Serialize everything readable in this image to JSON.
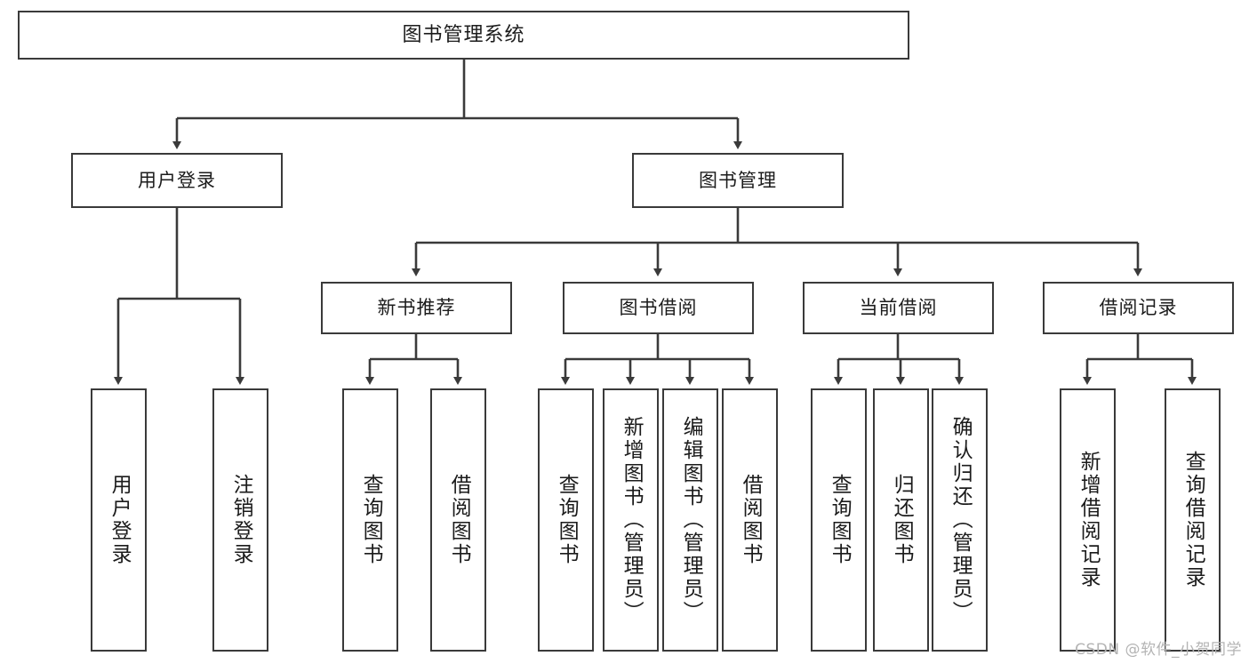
{
  "diagram": {
    "type": "tree-hierarchy",
    "title": "图书管理系统",
    "watermark": "CSDN @软件_小贺同学",
    "colors": {
      "box_border": "#3a3a3a",
      "box_fill": "#ffffff",
      "edge": "#3a3a3a",
      "text": "#1b1b1b",
      "watermark": "#b4b4b4",
      "background": "#ffffff"
    },
    "levels": {
      "root": {
        "label": "图书管理系统"
      },
      "level1": [
        {
          "label": "用户登录"
        },
        {
          "label": "图书管理"
        }
      ],
      "level2": [
        {
          "label": "新书推荐"
        },
        {
          "label": "图书借阅"
        },
        {
          "label": "当前借阅"
        },
        {
          "label": "借阅记录"
        }
      ],
      "leaves": [
        {
          "label": "用户登录",
          "parent": "用户登录"
        },
        {
          "label": "注销登录",
          "parent": "用户登录"
        },
        {
          "label": "查询图书",
          "parent": "新书推荐"
        },
        {
          "label": "借阅图书",
          "parent": "新书推荐"
        },
        {
          "label": "查询图书",
          "parent": "图书借阅"
        },
        {
          "label": "新增图书（管理员）",
          "parent": "图书借阅"
        },
        {
          "label": "编辑图书（管理员）",
          "parent": "图书借阅"
        },
        {
          "label": "借阅图书",
          "parent": "图书借阅"
        },
        {
          "label": "查询图书",
          "parent": "当前借阅"
        },
        {
          "label": "归还图书",
          "parent": "当前借阅"
        },
        {
          "label": "确认归还（管理员）",
          "parent": "当前借阅"
        },
        {
          "label": "新增借阅记录",
          "parent": "借阅记录"
        },
        {
          "label": "查询借阅记录",
          "parent": "借阅记录"
        }
      ]
    }
  }
}
